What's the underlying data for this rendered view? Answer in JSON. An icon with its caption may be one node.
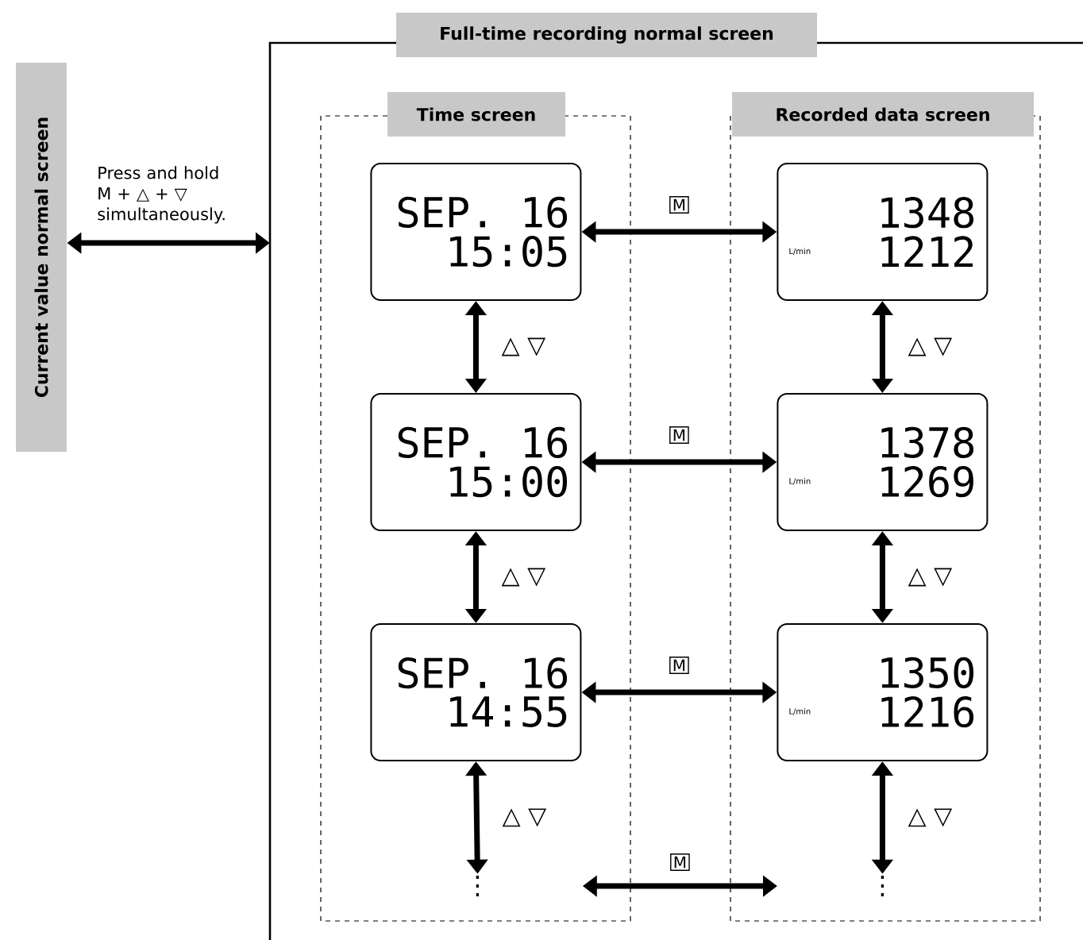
{
  "diagram": {
    "nodes": [
      {
        "text": [
          "Current value normal screen"
        ]
      },
      {
        "text": [
          "Full-time recording normal screen"
        ]
      },
      {
        "text": [
          "Time screen"
        ],
        "in": 1
      },
      {
        "text": [
          "Recorded data screen"
        ],
        "in": 1
      },
      {
        "text": [
          "SEP. 16",
          "15:05"
        ],
        "in": 2
      },
      {
        "text": [
          "SEP. 16",
          "15:00"
        ],
        "in": 2
      },
      {
        "text": [
          "SEP. 16",
          "14:55"
        ],
        "in": 2
      },
      {
        "text": [
          "1348",
          "L/min",
          "1212"
        ],
        "in": 3
      },
      {
        "text": [
          "1378",
          "L/min",
          "1269"
        ],
        "in": 3
      },
      {
        "text": [
          "1350",
          "L/min",
          "1216"
        ],
        "in": 3
      },
      {
        "text": [
          "⋮"
        ],
        "in": 2
      },
      {
        "text": [
          "⋮"
        ],
        "in": 3
      }
    ],
    "edges": [
      {
        "from": 0,
        "to": 1,
        "arrow": "both",
        "label": "Press and hold M + △ + ▽ simultaneously."
      },
      {
        "from": 4,
        "to": 7,
        "arrow": "both",
        "label": "M"
      },
      {
        "from": 5,
        "to": 8,
        "arrow": "both",
        "label": "M"
      },
      {
        "from": 6,
        "to": 9,
        "arrow": "both",
        "label": "M"
      },
      {
        "from": 10,
        "to": 11,
        "arrow": "both",
        "label": "M"
      },
      {
        "from": 4,
        "to": 5,
        "arrow": "both",
        "label": "△ ▽"
      },
      {
        "from": 5,
        "to": 6,
        "arrow": "both",
        "label": "△ ▽"
      },
      {
        "from": 6,
        "to": 10,
        "arrow": "both",
        "label": "△ ▽"
      },
      {
        "from": 7,
        "to": 8,
        "arrow": "both",
        "label": "△ ▽"
      },
      {
        "from": 8,
        "to": 9,
        "arrow": "both",
        "label": "△ ▽"
      },
      {
        "from": 9,
        "to": 11,
        "arrow": "both",
        "label": "△ ▽"
      }
    ]
  }
}
